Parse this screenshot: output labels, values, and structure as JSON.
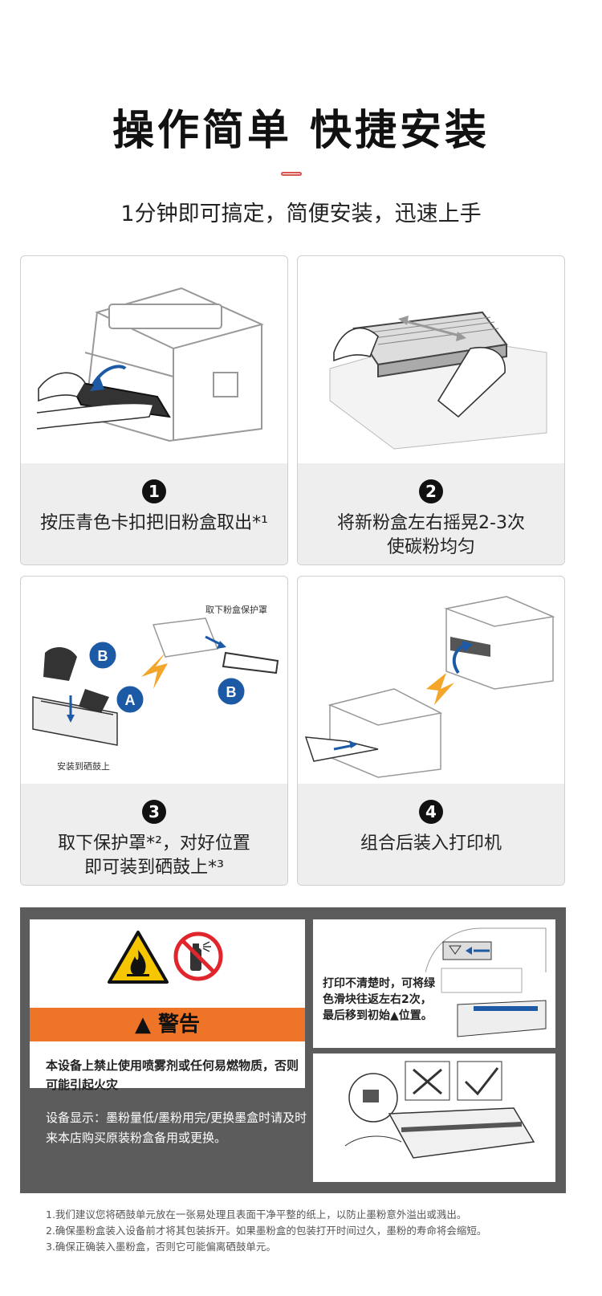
{
  "header": {
    "title": "操作简单 快捷安装",
    "subtitle": "1分钟即可搞定，简便安装，迅速上手"
  },
  "steps": [
    {
      "number": "1",
      "text": "按压青色卡扣把旧粉盒取出*¹"
    },
    {
      "number": "2",
      "text_line1": "将新粉盒左右摇晃2-3次",
      "text_line2": "使碳粉均匀"
    },
    {
      "number": "3",
      "text_line1": "取下保护罩*²，对好位置",
      "text_line2": "即可装到硒鼓上*³",
      "label_remove": "取下粉盒保护罩",
      "label_install": "安装到硒鼓上",
      "badge_a": "A",
      "badge_b": "B"
    },
    {
      "number": "4",
      "text": "组合后装入打印机"
    }
  ],
  "warning": {
    "label": "警告",
    "text": "本设备上禁止使用喷雾剂或任何易燃物质，否则可能引起火灾",
    "device_note": "设备显示：墨粉量低/墨粉用完/更换墨盒时请及时来本店购买原装粉盒备用或更换。",
    "hint": "打印不清楚时，可将绿色滑块往返左右2次，最后移到初始▲位置。"
  },
  "footnotes": [
    "1.我们建议您将硒鼓单元放在一张易处理且表面干净平整的纸上，以防止墨粉意外溢出或溅出。",
    "2.确保墨粉盒装入设备前才将其包装拆开。如果墨粉盒的包装打开时间过久，墨粉的寿命将会缩短。",
    "3.确保正确装入墨粉盒，否则它可能偏离硒鼓单元。"
  ],
  "colors": {
    "accent": "#d9534f",
    "warning_bar": "#ee7428",
    "panel": "#5c5c5c",
    "badge": "#1d5aa6",
    "arrow": "#f4a62a"
  }
}
